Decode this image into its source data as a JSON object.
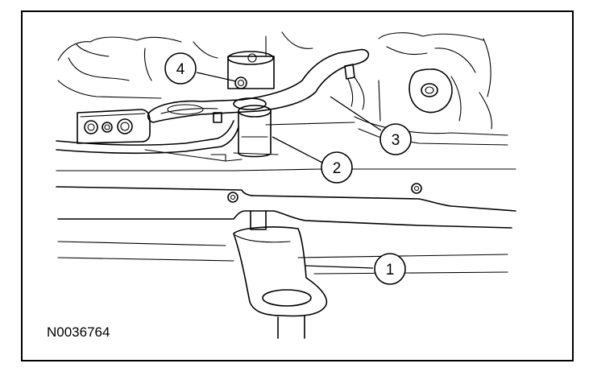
{
  "figure": {
    "code": "N0036764",
    "callouts": [
      {
        "label": "1"
      },
      {
        "label": "2"
      },
      {
        "label": "3"
      },
      {
        "label": "4"
      }
    ]
  }
}
